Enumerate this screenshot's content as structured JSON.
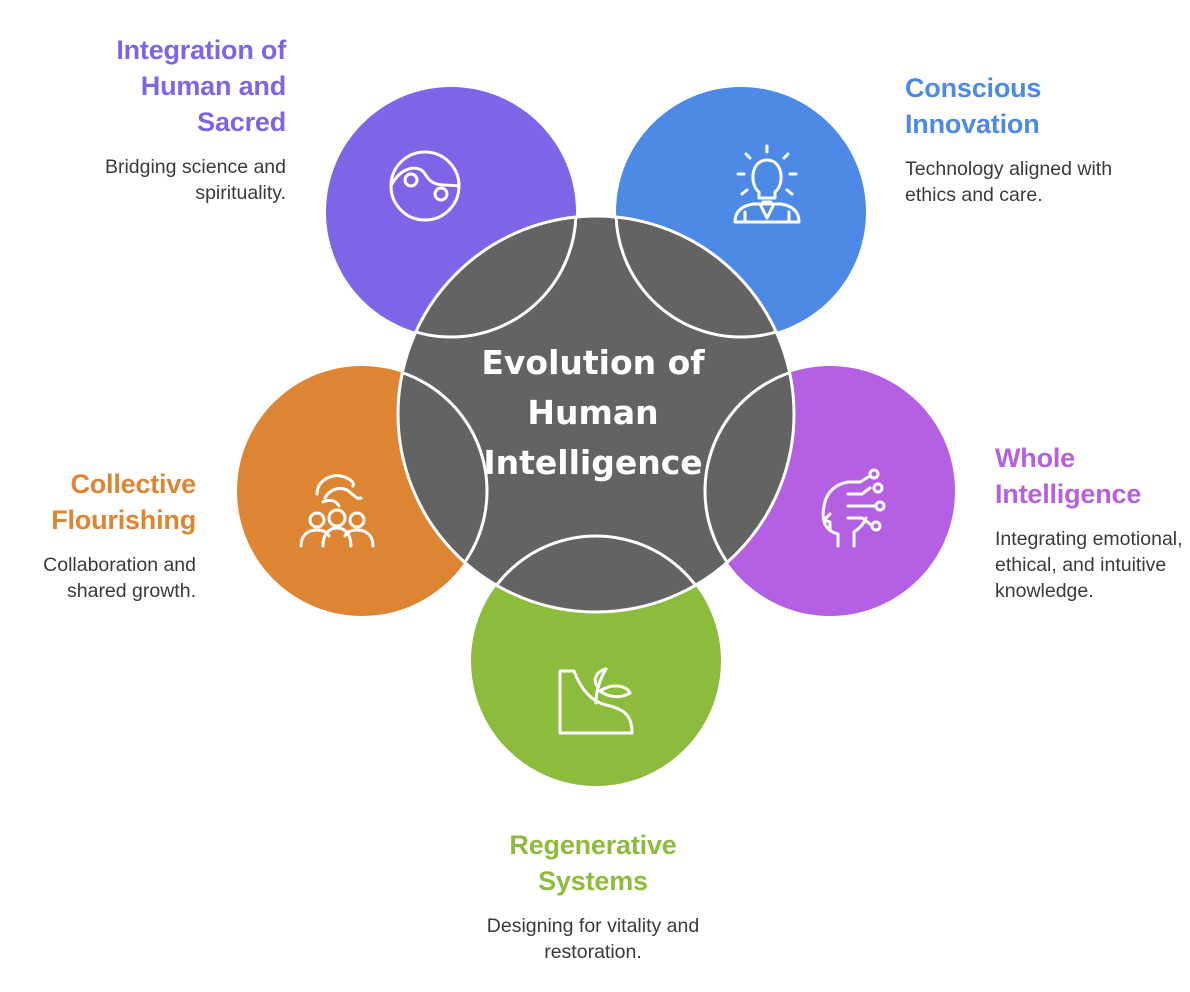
{
  "center": {
    "title": "Evolution of Human Intelligence",
    "color": "#636363"
  },
  "items": [
    {
      "key": "sacred",
      "title": "Integration of Human and Sacred",
      "description": "Bridging science and spirituality.",
      "color": "#7E65E8",
      "icon": "yin-yang-icon"
    },
    {
      "key": "innovation",
      "title": "Conscious Innovation",
      "description": "Technology aligned with ethics and care.",
      "color": "#4D8AE6",
      "icon": "lightbulb-person-icon"
    },
    {
      "key": "whole",
      "title": "Whole Intelligence",
      "description": "Integrating emotional, ethical, and intuitive knowledge.",
      "color": "#B55FE3",
      "icon": "head-circuit-icon"
    },
    {
      "key": "regenerative",
      "title": "Regenerative Systems",
      "description": "Designing for vitality and restoration.",
      "color": "#8DBC3C",
      "icon": "sprout-icon"
    },
    {
      "key": "collective",
      "title": "Collective Flourishing",
      "description": "Collaboration and shared growth.",
      "color": "#DE8533",
      "icon": "hand-group-icon"
    }
  ]
}
